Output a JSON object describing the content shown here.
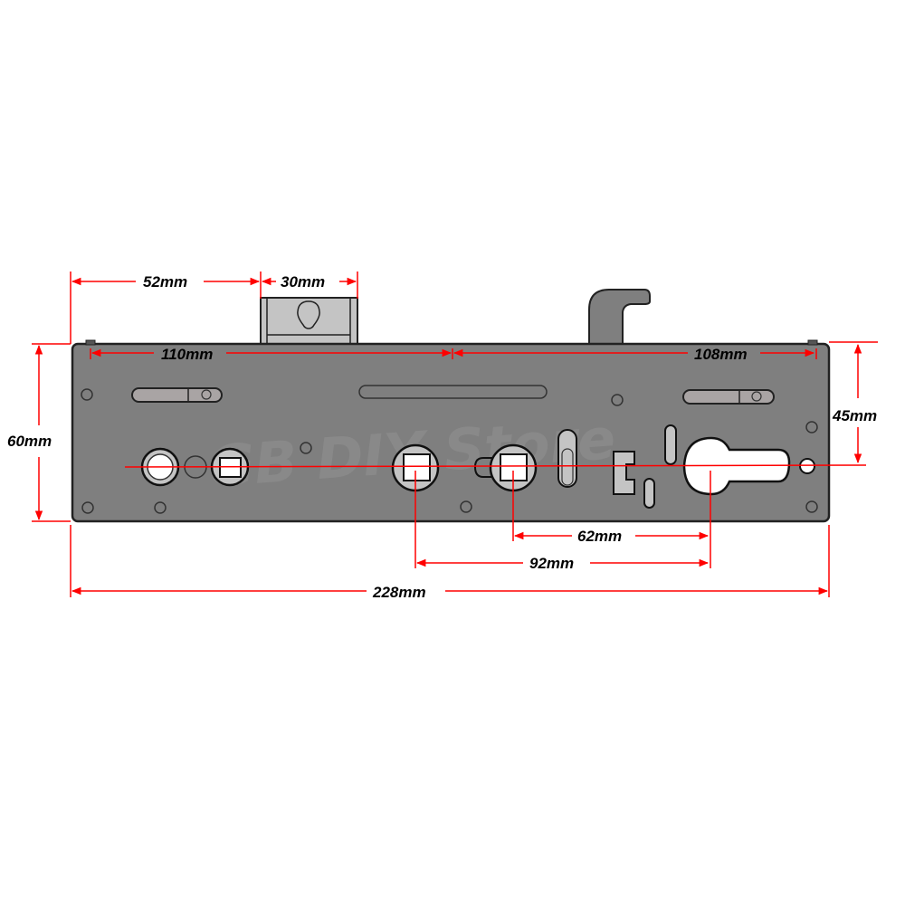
{
  "watermark": "GB DIY Store",
  "colors": {
    "plate": "#7f7f7f",
    "outline": "#222222",
    "dimension_line": "#ff0000",
    "hole_fill": "#ffffff",
    "slot_fill": "#a9a4a4",
    "cam_fill": "#c4c4c4",
    "label": "#000000"
  },
  "dimensions": {
    "cam_offset": "52mm",
    "cam_width": "30mm",
    "top_left_span": "110mm",
    "top_right_span": "108mm",
    "plate_height": "60mm",
    "backset": "45mm",
    "centre_62": "62mm",
    "centre_92": "92mm",
    "overall_length": "228mm"
  }
}
